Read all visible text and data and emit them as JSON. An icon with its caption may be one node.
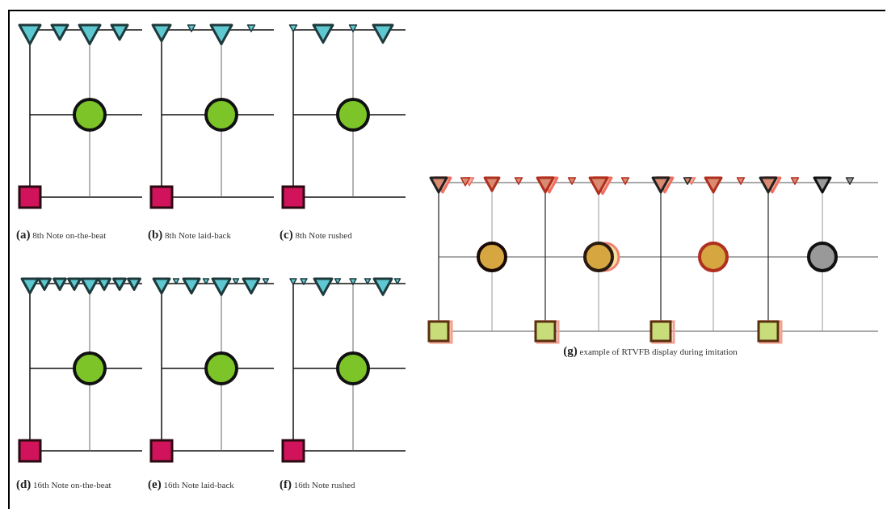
{
  "diagram": {
    "labels": [
      "**(a)** 8th Note on-the-beat",
      "**(b)** 8th Note laid-back",
      "**(c)** 8th Note rushed",
      "**(d)** 16th Note on-the-beat",
      "**(e)** 16th Note laid-back",
      "**(f)** 16th Note rushed",
      "**(g)** example of RTVFB display during imitation"
    ]
  }
}
